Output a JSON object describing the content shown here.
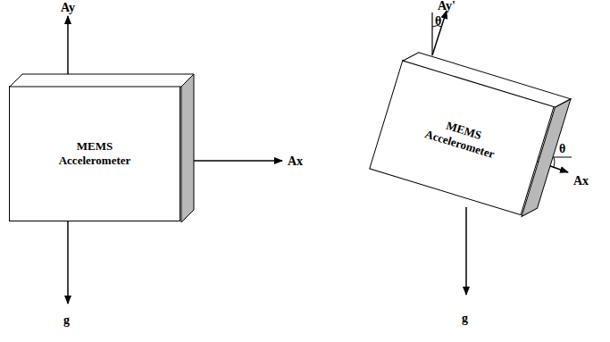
{
  "diagram": {
    "nodes": [
      {
        "text": [
          "MEMS Accelerometer"
        ]
      },
      {
        "text": [
          "MEMS Accelerometer"
        ]
      }
    ],
    "labels": [
      "Ay",
      "Ax",
      "g",
      "Ay'",
      "θ",
      "θ",
      "Ax",
      "g"
    ]
  }
}
